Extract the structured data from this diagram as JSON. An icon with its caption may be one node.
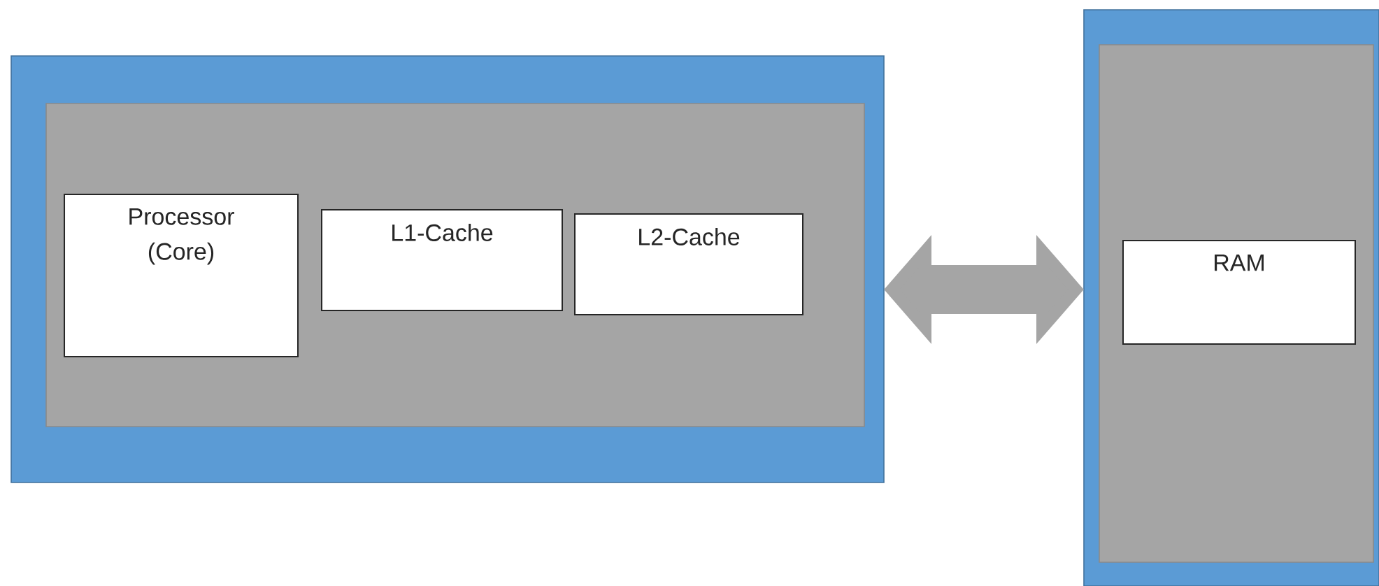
{
  "diagram": {
    "nodes": [
      {
        "text": [],
        "shape": "box"
      },
      {
        "text": [],
        "shape": "box",
        "in": 0
      },
      {
        "text": [
          "Processor (Core)"
        ],
        "in": 1
      },
      {
        "text": [
          "L1-Cache"
        ],
        "in": 1
      },
      {
        "text": [
          "L2-Cache"
        ],
        "in": 1
      },
      {
        "text": [],
        "shape": "box"
      },
      {
        "text": [],
        "shape": "box",
        "in": 5
      },
      {
        "text": [
          "RAM"
        ],
        "in": 6
      }
    ],
    "edges": [
      {
        "from": 0,
        "to": 5,
        "arrow": "both"
      }
    ]
  }
}
